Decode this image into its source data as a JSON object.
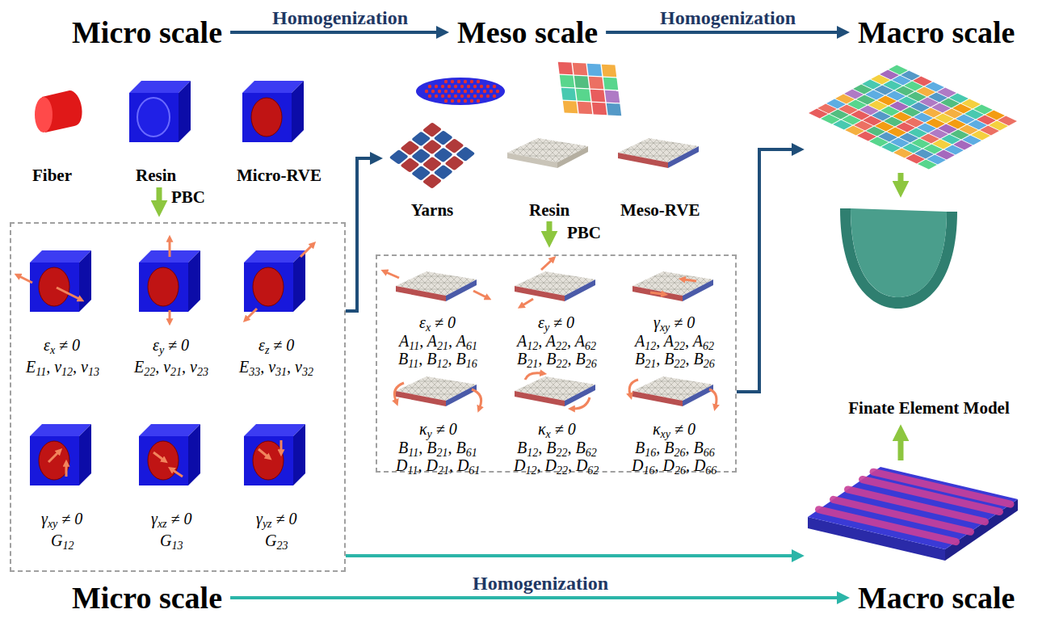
{
  "diagram": {
    "nodes": [
      {
        "text": [
          "Micro scale"
        ]
      },
      {
        "text": [
          "Meso scale"
        ]
      },
      {
        "text": [
          "Macro scale"
        ]
      },
      {
        "text": [
          "εx ≠ 0",
          "E11, ν12, ν13",
          "εy ≠ 0",
          "E22, ν21, ν23",
          "εz ≠ 0",
          "E33, ν31, ν32",
          "γxy ≠ 0",
          "G12",
          "γxz ≠ 0",
          "G13",
          "γyz ≠ 0",
          "G23"
        ]
      },
      {
        "text": [
          "Yarns"
        ]
      },
      {
        "text": [
          "εx ≠ 0",
          "A11, A21, A61",
          "B11, B12, B16",
          "εy ≠ 0",
          "A12, A22, A62",
          "B21, B22, B26",
          "γxy ≠ 0",
          "A12, A22, A62",
          "B21, B22, B26",
          "κy ≠ 0",
          "B11, B21, B61",
          "D11, D21, D61",
          "κx ≠ 0",
          "B12, B22, B62",
          "D12, D22, D62",
          "κxy ≠ 0",
          "B16, B26, B66",
          "D16, D26, D66"
        ]
      },
      {
        "text": [
          "Finate Element Model"
        ]
      },
      {
        "text": [
          "Micro scale"
        ]
      },
      {
        "text": [
          "Macro scale"
        ]
      }
    ],
    "edges": [
      {
        "from": 0,
        "to": 1,
        "label": "Homogenization",
        "arrow": "to"
      },
      {
        "from": 1,
        "to": 2,
        "label": "Homogenization",
        "arrow": "to"
      },
      {
        "from": 3,
        "to": 4,
        "arrow": "to"
      },
      {
        "from": 7,
        "to": 8,
        "label": "Homogenization",
        "arrow": "to"
      }
    ],
    "labels": [
      "Fiber",
      "Resin",
      "Micro-RVE",
      "PBC",
      "Resin",
      "Meso-RVE",
      "PBC"
    ]
  }
}
